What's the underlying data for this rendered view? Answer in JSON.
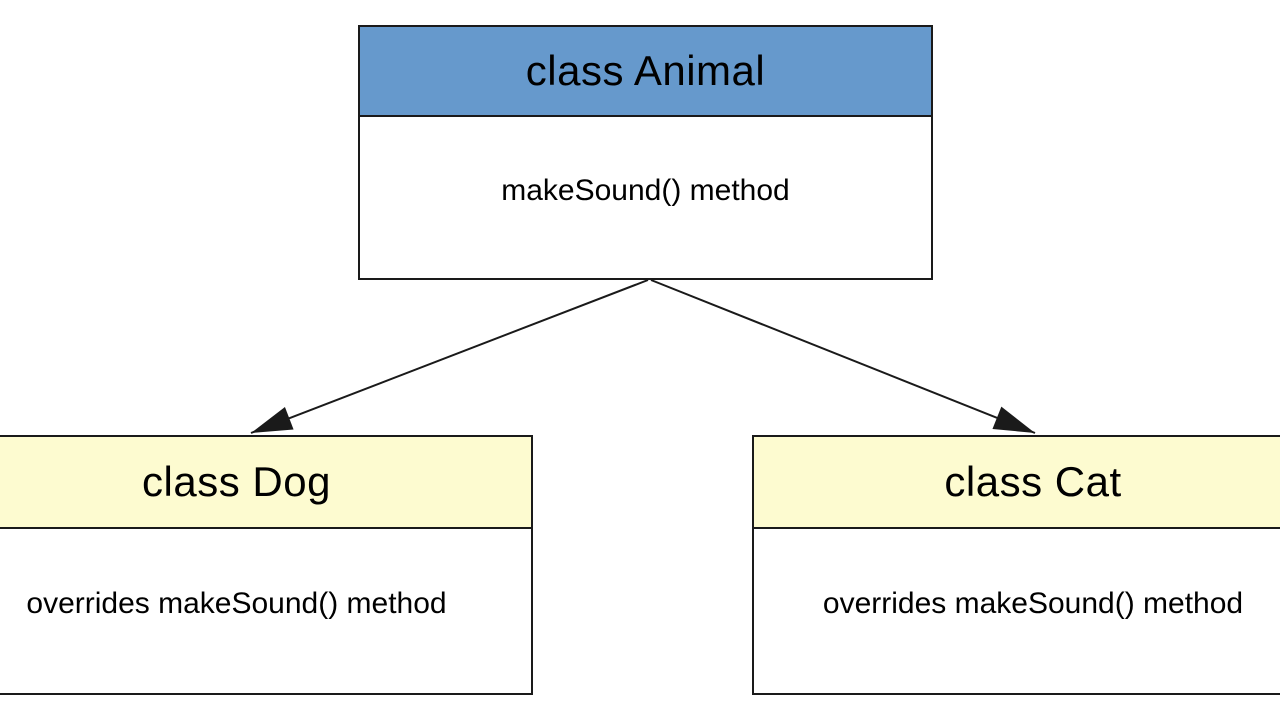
{
  "diagram": {
    "nodes": {
      "animal": {
        "title": "class Animal",
        "body": "makeSound() method",
        "header_color": "#6699cc"
      },
      "dog": {
        "title": "class Dog",
        "body": "overrides makeSound() method",
        "header_color": "#fdfbd0"
      },
      "cat": {
        "title": "class Cat",
        "body": "overrides makeSound() method",
        "header_color": "#fdfbd0"
      }
    },
    "edges": [
      {
        "from": "animal",
        "to": "dog",
        "style": "solid-arrow"
      },
      {
        "from": "animal",
        "to": "cat",
        "style": "solid-arrow"
      }
    ],
    "colors": {
      "border": "#1a1a1a",
      "arrow": "#1a1a1a",
      "body_background": "#ffffff",
      "text": "#000000"
    }
  }
}
